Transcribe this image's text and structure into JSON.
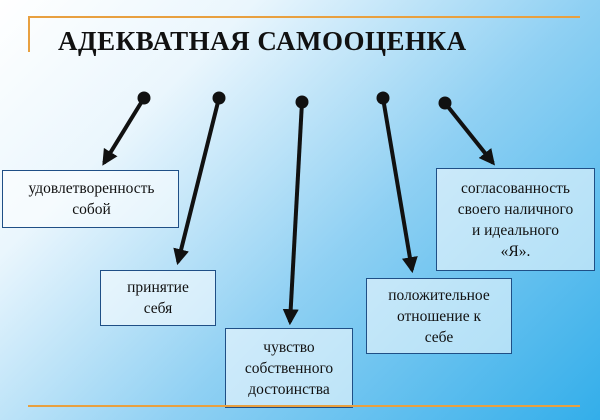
{
  "title": "АДЕКВАТНАЯ САМООЦЕНКА",
  "colors": {
    "accent_line": "#e8a040",
    "box_border": "#1f4f86",
    "arrow": "#111111"
  },
  "boxes": [
    {
      "text": "удовлетворенность\nсобой"
    },
    {
      "text": "принятие\nсебя"
    },
    {
      "text": "чувство\nсобственного\nдостоинства"
    },
    {
      "text": "положительное\nотношение к\nсебе"
    },
    {
      "text": "согласованность\nсвоего наличного\nи идеального\n«Я»."
    }
  ]
}
